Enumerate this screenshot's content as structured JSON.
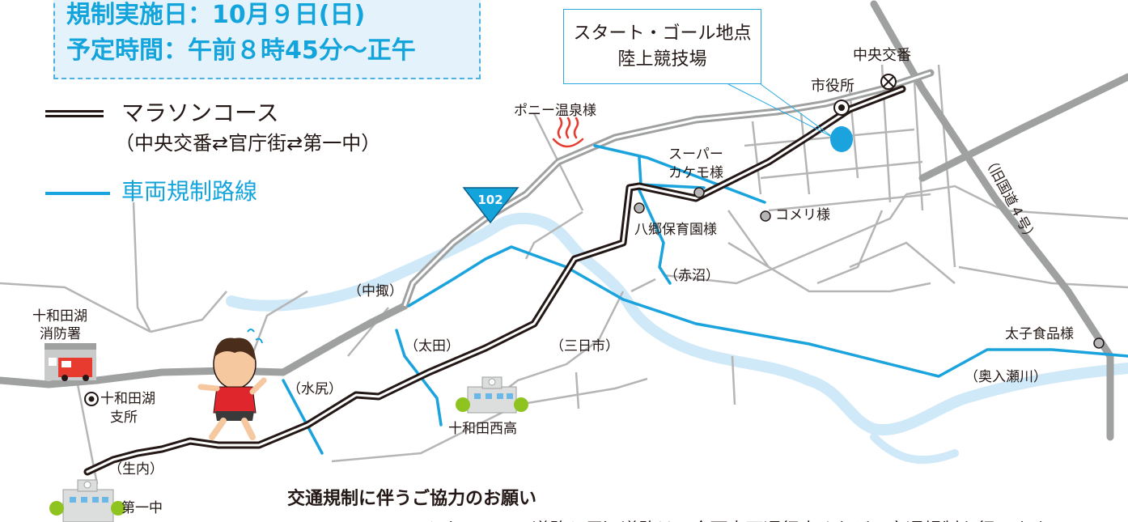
{
  "regulation": {
    "date_line": "規制実施日：10月９日(日)",
    "time_line": "予定時間：午前８時45分～正午"
  },
  "legend": {
    "course_label": "マラソンコース",
    "course_sub": "（中央交番⇄官庁街⇄第一中）",
    "route_label": "車両規制路線"
  },
  "callout": {
    "line1": "スタート・ゴール地点",
    "line2": "陸上競技場"
  },
  "route_number": "102",
  "places": {
    "chuo_koban": "中央交番",
    "shiyakusho": "市役所",
    "pony_onsen": "ポニー温泉様",
    "super_line1": "スーパー",
    "super_line2": "カケモ様",
    "komeri": "コメリ様",
    "hachigo_hoikuen": "八郷保育園様",
    "akanuma": "（赤沼）",
    "kyu_kokudo": "（旧国道４号）",
    "nakaburi": "（中掫）",
    "ota": "（太田）",
    "mikkaichi": "（三日市）",
    "mizujiri": "（水尻）",
    "fire_line1": "十和田湖",
    "fire_line2": "消防署",
    "branch_line1": "十和田湖",
    "branch_line2": "支所",
    "nishi_ko": "十和田西高",
    "futago": "太子食品様",
    "oirase": "（奥入瀬川）",
    "ubunai": "（生内）",
    "daiichi_chu": "第一中"
  },
  "notice": {
    "title": "交通規制に伴うご協力のお願い",
    "body": "◎マラソンコースとなっている道路と周辺道路は、全面車両通行止めなどの交通規制を行います。"
  },
  "colors": {
    "road": "#9fa0a0",
    "road_minor": "#b5b5b6",
    "regulated_route": "#1aa3dd",
    "river": "#cfe9f8",
    "course": "#231815",
    "accent_text": "#13a4dc",
    "reg_box_bg": "#e4f2fb"
  },
  "icons": [
    "onsen-icon",
    "route-shield-icon",
    "city-hall-icon",
    "police-box-icon",
    "fire-station-icon",
    "school-icon",
    "runner-icon"
  ]
}
